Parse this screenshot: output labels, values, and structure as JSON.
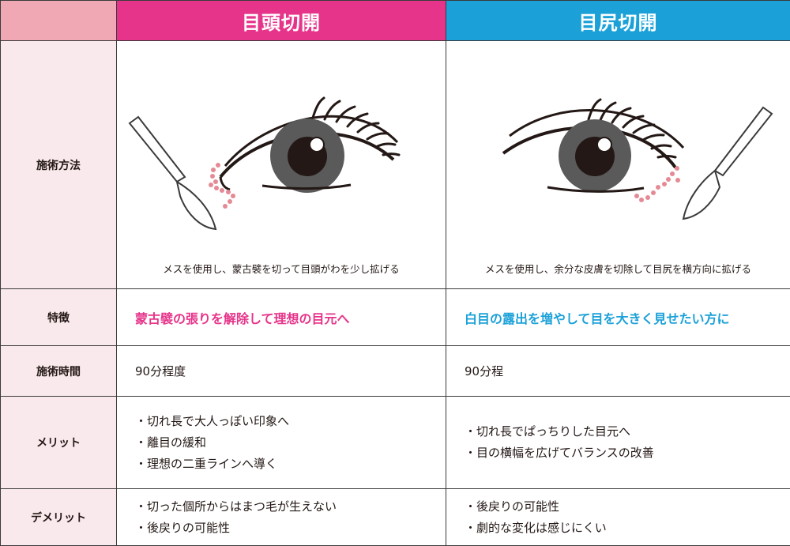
{
  "headers": {
    "col1": "目頭切開",
    "col2": "目尻切開"
  },
  "rows": {
    "method": {
      "label": "施術方法",
      "col1_caption": "メスを使用し、蒙古襞を切って目頭がわを少し拡げる",
      "col2_caption": "メスを使用し、余分な皮膚を切除して目尻を横方向に拡げる"
    },
    "features": {
      "label": "特徴",
      "col1": "蒙古襞の張りを解除して理想の目元へ",
      "col2": "白目の露出を増やして目を大きく見せたい方に"
    },
    "time": {
      "label": "施術時間",
      "col1": "90分程度",
      "col2": "90分程"
    },
    "merits": {
      "label": "メリット",
      "col1": [
        "・切れ長で大人っぽい印象へ",
        "・離目の緩和",
        "・理想の二重ラインへ導く"
      ],
      "col2": [
        "・切れ長でぱっちりした目元へ",
        "・目の横幅を広げてバランスの改善"
      ]
    },
    "demerits": {
      "label": "デメリット",
      "col1": [
        "・切った個所からはまつ毛が生えない",
        "・後戻りの可能性"
      ],
      "col2": [
        "・後戻りの可能性",
        "・劇的な変化は感じにくい"
      ]
    }
  },
  "colors": {
    "pink": "#e6348a",
    "blue": "#1ba1d8",
    "rowhead_bg": "#f9e9ec",
    "corner_bg": "#f0a9b4"
  }
}
